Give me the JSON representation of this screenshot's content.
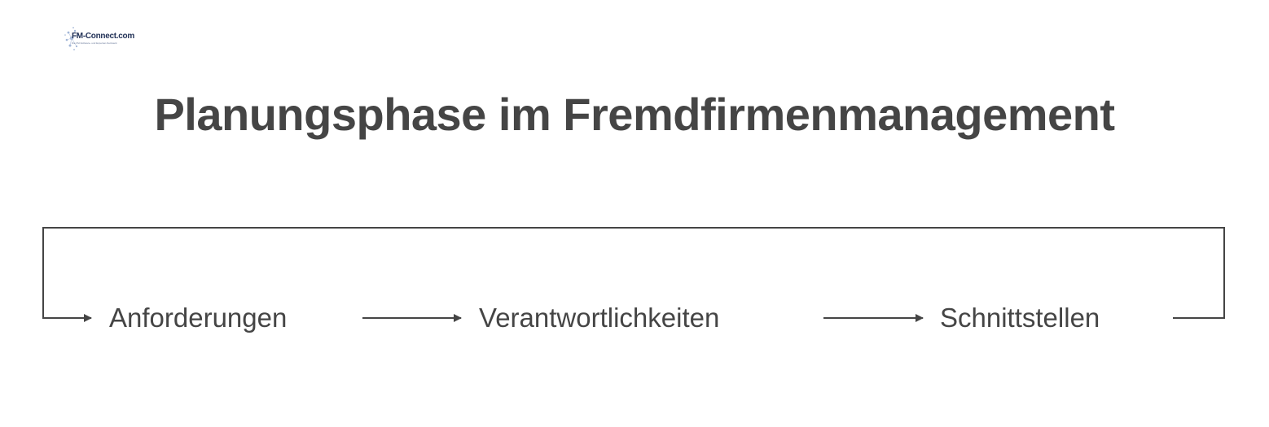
{
  "logo": {
    "text": "FM-Connect.com",
    "subtext": "Die FM-Software- und Experten-Netzwerk"
  },
  "title": "Planungsphase im Fremdfirmenmanagement",
  "flow": {
    "nodes": [
      {
        "label": "Anforderungen"
      },
      {
        "label": "Verantwortlichkeiten"
      },
      {
        "label": "Schnittstellen"
      }
    ],
    "loop_back": true
  },
  "colors": {
    "text": "#454545",
    "line": "#454545",
    "background": "#ffffff",
    "logo_accent": "#1f2f55"
  }
}
